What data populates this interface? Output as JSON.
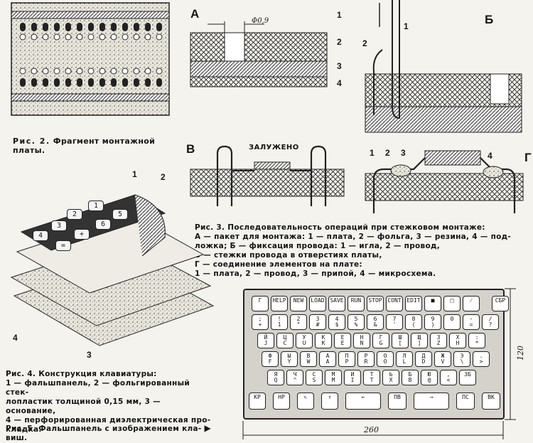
{
  "fig2": {
    "caption_prefix": "Рис. 2.",
    "caption_text": "Фрагмент монтажной платы."
  },
  "fig3": {
    "label_a": "А",
    "label_b": "Б",
    "label_v": "В",
    "label_g": "Г",
    "dim": "Φ0,9",
    "zaluzheno": "ЗАЛУЖЕНО",
    "nums_a": [
      "1",
      "2",
      "3",
      "4"
    ],
    "nums_b": [
      "1",
      "2"
    ],
    "nums_g": [
      "1",
      "2",
      "3",
      "4"
    ],
    "caption_lines": [
      "Рис. 3. Последовательность операций при стежковом монтаже:",
      "А — пакет для монтажа: 1 — плата, 2 — фольга, 3 — резина, 4 — под-",
      "ложка; Б — фиксация провода: 1 — игла, 2 — провод,",
      "В — стежки провода в отверстиях платы,",
      "Г — соединение элементов на плате:",
      "1 — плата, 2 — провод, 3 — припой, 4 — микросхема."
    ]
  },
  "fig4": {
    "nums": [
      "1",
      "2",
      "3",
      "4"
    ],
    "keys": [
      "1",
      "2",
      "5",
      "3",
      "6",
      "4",
      "+",
      "="
    ],
    "caption_lines": [
      "Рис. 4. Конструкция клавиатуры:",
      "1 — фальшпанель, 2 — фольгированный стек-",
      "лопластик толщиной 0,15 мм, 3 — основание,",
      "4 — перфорированная диэлектрическая про-",
      "кладка."
    ]
  },
  "fig5": {
    "caption": "Рис. 5. Фальшпанель с изображением кла-",
    "caption_tail": "виш.",
    "dim_w": "260",
    "dim_h": "120",
    "rows": [
      [
        {
          "t": "Г",
          "b": ""
        },
        {
          "t": "HELP",
          "b": ""
        },
        {
          "t": "NEW",
          "b": ""
        },
        {
          "t": "LOAD",
          "b": ""
        },
        {
          "t": "SAVE",
          "b": ""
        },
        {
          "t": "RUN",
          "b": ""
        },
        {
          "t": "STOP",
          "b": ""
        },
        {
          "t": "CONT",
          "b": ""
        },
        {
          "t": "EDIT",
          "b": ""
        },
        {
          "t": "■",
          "b": ""
        },
        {
          "t": "□",
          "b": ""
        },
        {
          "t": "⁄",
          "b": ""
        },
        {
          "t": "СБР",
          "b": ""
        }
      ],
      [
        {
          "t": ";",
          "b": "+"
        },
        {
          "t": "!",
          "b": "1"
        },
        {
          "t": "2",
          "b": "\""
        },
        {
          "t": "3",
          "b": "#"
        },
        {
          "t": "4",
          "b": "$"
        },
        {
          "t": "5",
          "b": "%"
        },
        {
          "t": "6",
          "b": "&"
        },
        {
          "t": "7",
          "b": "'"
        },
        {
          "t": "8",
          "b": "("
        },
        {
          "t": "9",
          "b": ")"
        },
        {
          "t": "0",
          "b": ""
        },
        {
          "t": "-",
          "b": "="
        },
        {
          "t": "/",
          "b": "?"
        }
      ],
      [
        {
          "t": "Й",
          "b": "J"
        },
        {
          "t": "Ц",
          "b": "C"
        },
        {
          "t": "У",
          "b": "U"
        },
        {
          "t": "К",
          "b": "K"
        },
        {
          "t": "Е",
          "b": "E"
        },
        {
          "t": "Н",
          "b": "N"
        },
        {
          "t": "Г",
          "b": "G"
        },
        {
          "t": "Ш",
          "b": "["
        },
        {
          "t": "Щ",
          "b": "]"
        },
        {
          "t": "З",
          "b": "Z"
        },
        {
          "t": "Х",
          "b": "H"
        },
        {
          "t": ":",
          "b": "*"
        }
      ],
      [
        {
          "t": "Ф",
          "b": "F"
        },
        {
          "t": "Ы",
          "b": "Y"
        },
        {
          "t": "В",
          "b": "W"
        },
        {
          "t": "А",
          "b": "A"
        },
        {
          "t": "П",
          "b": "P"
        },
        {
          "t": "Р",
          "b": "R"
        },
        {
          "t": "О",
          "b": "O"
        },
        {
          "t": "Л",
          "b": "L"
        },
        {
          "t": "Д",
          "b": "D"
        },
        {
          "t": "Ж",
          "b": "V"
        },
        {
          "t": "Э",
          "b": "\\"
        },
        {
          "t": ".",
          "b": ">"
        }
      ],
      [
        {
          "t": "Я",
          "b": "Q"
        },
        {
          "t": "Ч",
          "b": "^"
        },
        {
          "t": "С",
          "b": "S"
        },
        {
          "t": "М",
          "b": "M"
        },
        {
          "t": "И",
          "b": "I"
        },
        {
          "t": "Т",
          "b": "T"
        },
        {
          "t": "Ь",
          "b": "X"
        },
        {
          "t": "Б",
          "b": "B"
        },
        {
          "t": "Ю",
          "b": "@"
        },
        {
          "t": ",",
          "b": "<"
        },
        {
          "t": "ЗБ",
          "b": ""
        }
      ],
      [
        {
          "t": "КР",
          "b": ""
        },
        {
          "t": "НР",
          "b": ""
        },
        {
          "t": "↖",
          "b": ""
        },
        {
          "t": "↑",
          "b": ""
        },
        {
          "t": "←",
          "b": ""
        },
        {
          "t": "ПВ",
          "b": ""
        },
        {
          "t": "→",
          "b": ""
        },
        {
          "t": "ПС",
          "b": ""
        },
        {
          "t": "ВК",
          "b": ""
        }
      ]
    ]
  }
}
